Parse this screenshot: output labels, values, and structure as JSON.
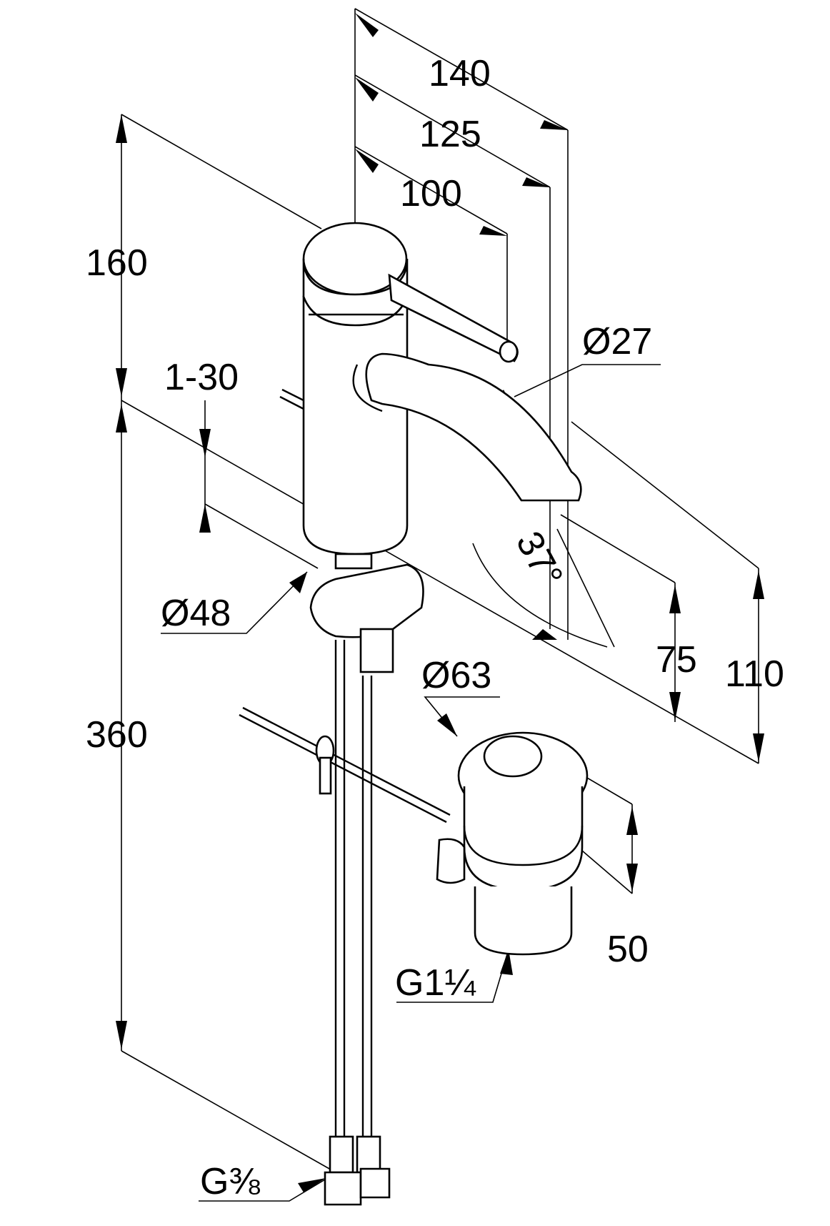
{
  "dimensions": {
    "d140": "140",
    "d125": "125",
    "d100": "100",
    "d160": "160",
    "d1_30": "1-30",
    "d27": "Ø27",
    "d37": "37°",
    "d48": "Ø48",
    "d75": "75",
    "d110": "110",
    "d63": "Ø63",
    "d360": "360",
    "d50": "50",
    "g114": "G1¼",
    "g38": "G⅜"
  }
}
